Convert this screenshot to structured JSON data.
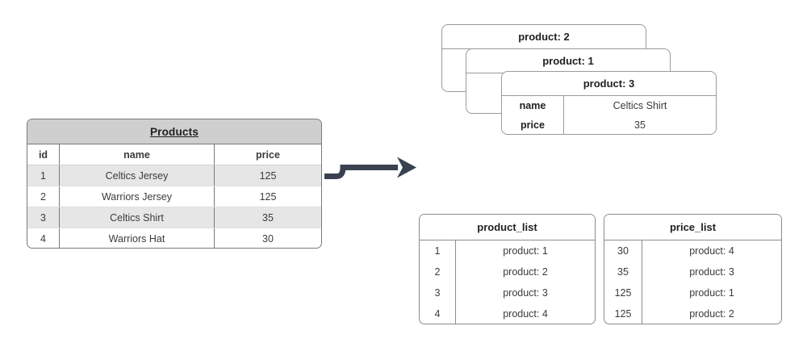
{
  "diagram": {
    "title": "Products table to product/price index diagram",
    "colors": {
      "arrow": "#3a4250",
      "table_header_bg": "#cfcfcf",
      "row_shaded_bg": "#e6e6e6",
      "border": "#8c8c8c"
    }
  },
  "products_table": {
    "title": "Products",
    "columns": [
      "id",
      "name",
      "price"
    ],
    "rows": [
      {
        "id": "1",
        "name": "Celtics Jersey",
        "price": "125"
      },
      {
        "id": "2",
        "name": "Warriors Jersey",
        "price": "125"
      },
      {
        "id": "3",
        "name": "Celtics Shirt",
        "price": "35"
      },
      {
        "id": "4",
        "name": "Warriors Hat",
        "price": "30"
      }
    ]
  },
  "arrow": {
    "name": "transform-arrow",
    "direction": "right"
  },
  "card_stack": {
    "back_card": {
      "title": "product: 2"
    },
    "middle_card": {
      "title": "product: 1"
    },
    "front_card": {
      "title": "product: 3",
      "fields": [
        {
          "label": "name",
          "value": "Celtics Shirt"
        },
        {
          "label": "price",
          "value": "35"
        }
      ]
    }
  },
  "product_list": {
    "title": "product_list",
    "rows": [
      {
        "key": "1",
        "value": "product: 1"
      },
      {
        "key": "2",
        "value": "product: 2"
      },
      {
        "key": "3",
        "value": "product: 3"
      },
      {
        "key": "4",
        "value": "product: 4"
      }
    ]
  },
  "price_list": {
    "title": "price_list",
    "rows": [
      {
        "key": "30",
        "value": "product: 4"
      },
      {
        "key": "35",
        "value": "product: 3"
      },
      {
        "key": "125",
        "value": "product: 1"
      },
      {
        "key": "125",
        "value": "product: 2"
      }
    ]
  }
}
